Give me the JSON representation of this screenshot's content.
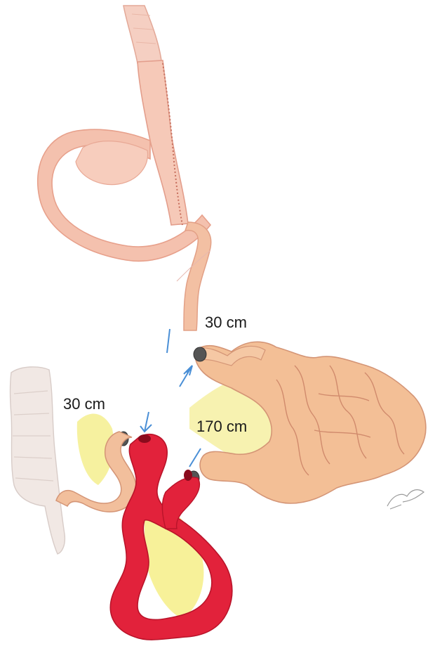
{
  "labels": {
    "upper_limb": "30 cm",
    "left_limb": "30 cm",
    "right_limb": "170 cm"
  },
  "colors": {
    "stomach": "#f4c0ae",
    "stomach_outline": "#e8a08c",
    "small_bowel": "#f1b98f",
    "small_bowel_outline": "#d69774",
    "colon": "#efe6e2",
    "colon_outline": "#d8ccc8",
    "excluded_limb": "#e4203a",
    "mesentery": "#f3ee7a",
    "marker": "#4a8fd6",
    "background": "#ffffff"
  }
}
